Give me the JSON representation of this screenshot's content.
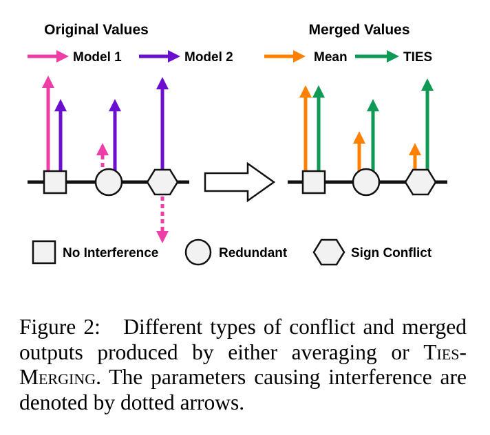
{
  "diagram": {
    "left_title": "Original Values",
    "right_title": "Merged Values",
    "series_labels": {
      "model1": "Model 1",
      "model2": "Model 2",
      "mean": "Mean",
      "ties": "TIES"
    },
    "legend": {
      "no_interference": "No Interference",
      "redundant": "Redundant",
      "sign_conflict": "Sign Conflict"
    },
    "colors": {
      "model1": "#ee3da6",
      "model2": "#6a0fcf",
      "mean": "#ff8000",
      "ties": "#0e9a55",
      "marker_fill": "#f2f2f2",
      "line": "#111111"
    }
  },
  "caption": {
    "label": "Figure 2:",
    "text_before": "Different types of conflict and merged outputs produced by either averaging or ",
    "method": "Ties-Merging",
    "text_after": ". The parameters causing interference are denoted by dotted arrows."
  }
}
